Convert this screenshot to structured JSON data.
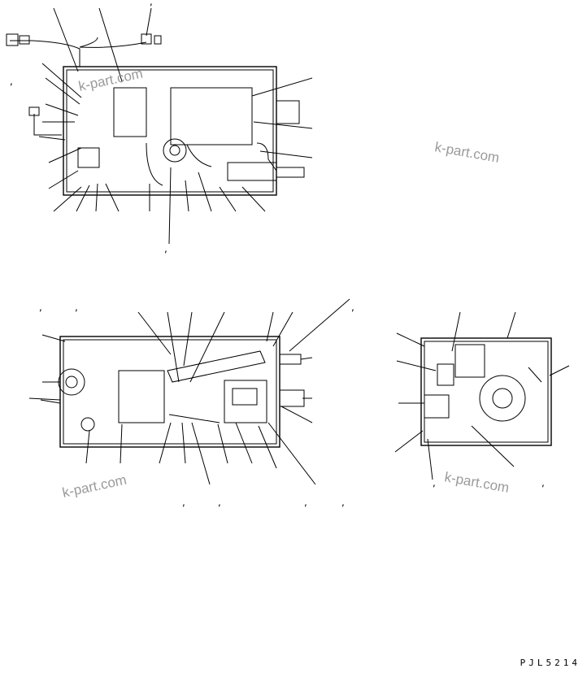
{
  "drawing_code": "PJL5214",
  "watermarks": [
    "k-part.com",
    "k-part.com",
    "k-part.com",
    "k-part.com"
  ],
  "colors": {
    "line": "#000000",
    "watermark": "#9a9a9a",
    "background": "#ffffff"
  }
}
